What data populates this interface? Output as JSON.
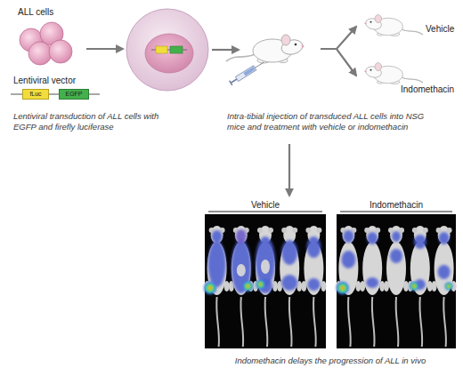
{
  "diagram": {
    "nodes": [
      {
        "text": [
          "ALL cells"
        ]
      },
      {
        "text": [
          "Lentiviral vector"
        ]
      },
      {
        "text": [
          "fLuc"
        ],
        "in": 1
      },
      {
        "text": [
          "EGFP"
        ],
        "in": 1
      },
      {
        "text": [
          "Lentiviral transduction of ALL cells with EGFP and firefly luciferase"
        ]
      },
      {
        "text": [
          "Intra-tibial injection of transduced ALL cells into NSG mice and treatment with vehicle or indomethacin"
        ]
      },
      {
        "text": [
          "Vehicle"
        ]
      },
      {
        "text": [
          "Indomethacin"
        ]
      },
      {
        "text": [
          "Indomethacin delays the progression of ALL in vivo"
        ]
      },
      {
        "text": [
          "Vehicle"
        ],
        "in": 8
      },
      {
        "text": [
          "Indomethacin"
        ],
        "in": 8
      }
    ],
    "edges": [
      {
        "from": 0,
        "to": 4,
        "arrow": "to"
      },
      {
        "from": 4,
        "to": 5,
        "arrow": "to"
      },
      {
        "from": 5,
        "to": 6,
        "arrow": "to"
      },
      {
        "from": 5,
        "to": 7,
        "arrow": "to"
      },
      {
        "from": 5,
        "to": 8,
        "arrow": "to"
      }
    ]
  }
}
